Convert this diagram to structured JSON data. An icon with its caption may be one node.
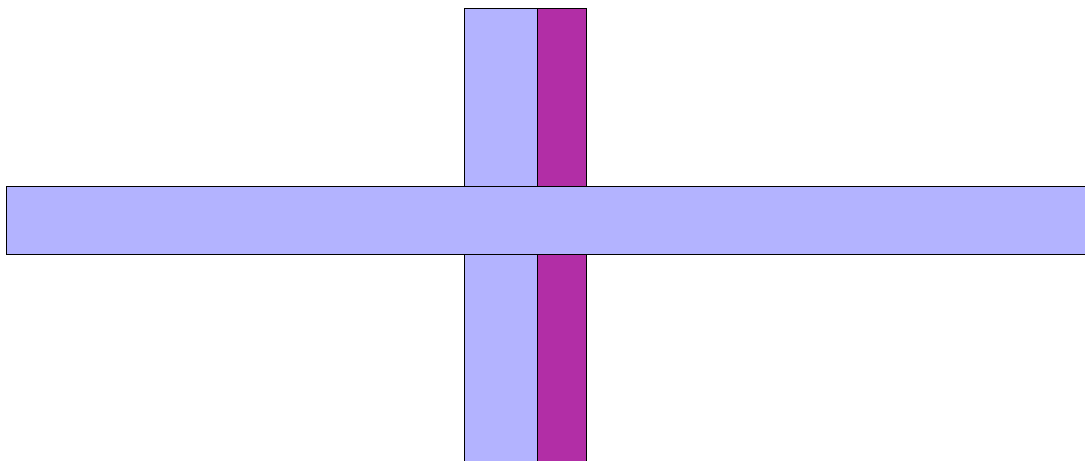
{
  "diagram": {
    "nodes": [
      {
        "text": [],
        "shape": "bar"
      },
      {
        "text": [],
        "shape": "bar"
      },
      {
        "text": [],
        "shape": "bar"
      }
    ]
  }
}
